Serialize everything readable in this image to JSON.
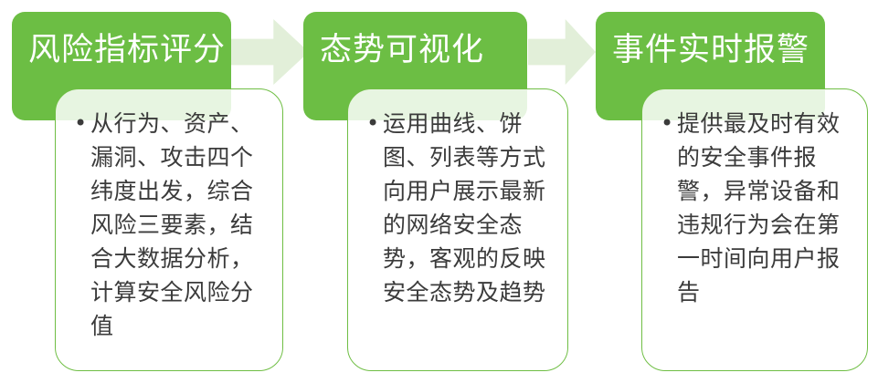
{
  "diagram": {
    "bg": "#FFFFFF",
    "colors": {
      "header_fill": "#6CBE44",
      "header_text": "#FFFFFF",
      "arrow_fill": "#E2EFD9",
      "body_border": "#6FBE44",
      "body_text": "#3B3B3B"
    },
    "bullet_char": "•",
    "steps": [
      {
        "title": "风险指标评分",
        "body": "从行为、资产、漏洞、攻击四个纬度出发，综合风险三要素，结合大数据分析，计算安全风险分值"
      },
      {
        "title": "态势可视化",
        "body": "运用曲线、饼图、列表等方式向用户展示最新的网络安全态势，客观的反映安全态势及趋势"
      },
      {
        "title": "事件实时报警",
        "body": "提供最及时有效的安全事件报警，异常设备和违规行为会在第一时间向用户报告"
      }
    ]
  }
}
